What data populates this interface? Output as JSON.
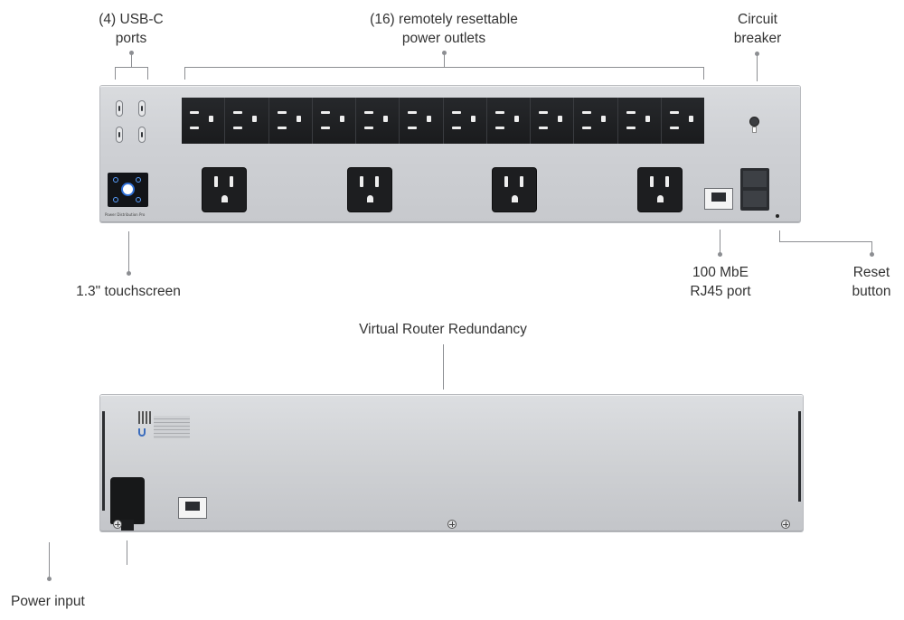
{
  "labels": {
    "usbc": [
      "(4) USB-C",
      "ports"
    ],
    "outlets": [
      "(16) remotely resettable",
      "power outlets"
    ],
    "breaker": [
      "Circuit",
      "breaker"
    ],
    "touchscreen": "1.3\" touchscreen",
    "rj45": [
      "100 MbE",
      "RJ45 port"
    ],
    "reset": [
      "Reset",
      "button"
    ],
    "vrr": "Virtual Router Redundancy",
    "power": "Power input"
  },
  "device": {
    "front_model_text": "Power Distribution Pro",
    "small_outlet_count": 12,
    "large_outlet_count": 4,
    "usbc_count": 4
  },
  "colors": {
    "chassis": "#cfd1d5",
    "outlet": "#1c1d1f",
    "accent": "#2f6fd6",
    "callout": "#8c8e92"
  }
}
